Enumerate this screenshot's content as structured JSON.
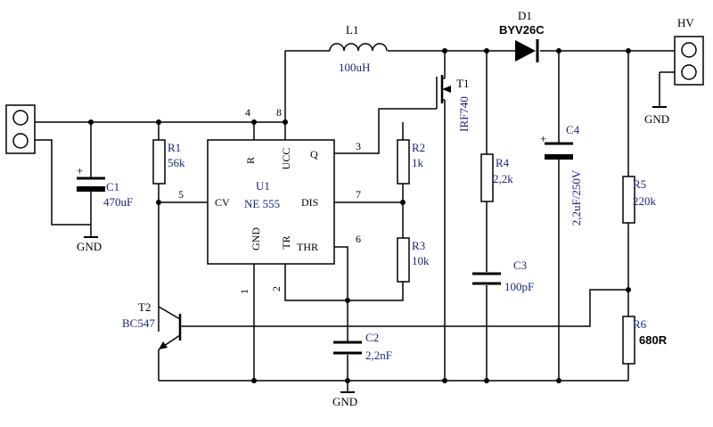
{
  "components": {
    "U1": {
      "ref": "U1",
      "part": "NE 555",
      "pins": {
        "R": "R",
        "UCC": "UCC",
        "Q": "Q",
        "CV": "CV",
        "DIS": "DIS",
        "GND": "GND",
        "TR": "TR",
        "THR": "THR"
      }
    },
    "L1": {
      "ref": "L1",
      "value": "100uH"
    },
    "D1": {
      "ref": "D1",
      "value": "BYV26C"
    },
    "T1": {
      "ref": "T1",
      "value": "IRF740"
    },
    "T2": {
      "ref": "T2",
      "value": "BC547"
    },
    "R1": {
      "ref": "R1",
      "value": "56k"
    },
    "R2": {
      "ref": "R2",
      "value": "1k"
    },
    "R3": {
      "ref": "R3",
      "value": "10k"
    },
    "R4": {
      "ref": "R4",
      "value": "2,2k"
    },
    "R5": {
      "ref": "R5",
      "value": "220k"
    },
    "R6": {
      "ref": "R6",
      "value": "680R"
    },
    "C1": {
      "ref": "C1",
      "value": "470uF",
      "polarity": "+"
    },
    "C2": {
      "ref": "C2",
      "value": "2,2nF"
    },
    "C3": {
      "ref": "C3",
      "value": "100pF"
    },
    "C4": {
      "ref": "C4",
      "value": "2,2uF/250V",
      "polarity": "+"
    }
  },
  "pin_numbers": {
    "p1": "1",
    "p2": "2",
    "p3": "3",
    "p4": "4",
    "p5": "5",
    "p6": "6",
    "p7": "7",
    "p8": "8"
  },
  "terminals": {
    "hv": "HV"
  },
  "gnd_label": "GND"
}
